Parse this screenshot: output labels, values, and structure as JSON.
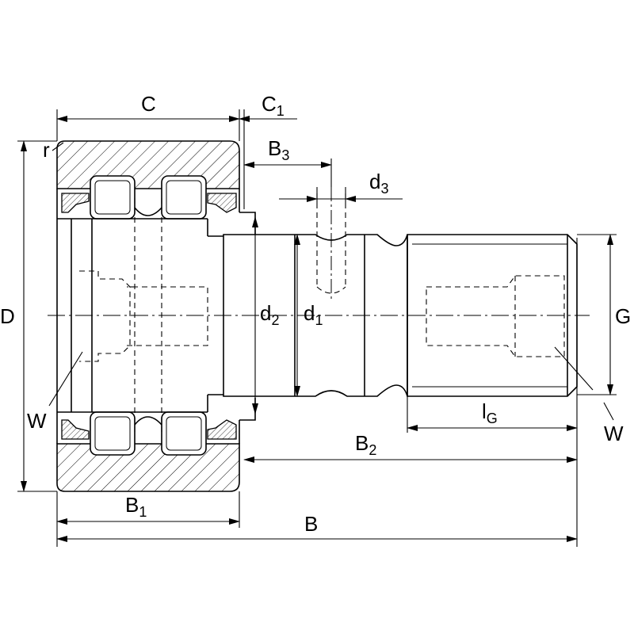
{
  "dimensions": {
    "C": {
      "main": "C",
      "sub": ""
    },
    "C1": {
      "main": "C",
      "sub": "1"
    },
    "B3": {
      "main": "B",
      "sub": "3"
    },
    "d3": {
      "main": "d",
      "sub": "3"
    },
    "d2": {
      "main": "d",
      "sub": "2"
    },
    "d1": {
      "main": "d",
      "sub": "1"
    },
    "D": {
      "main": "D",
      "sub": ""
    },
    "G": {
      "main": "G",
      "sub": ""
    },
    "lG": {
      "main": "l",
      "sub": "G"
    },
    "B2": {
      "main": "B",
      "sub": "2"
    },
    "B1": {
      "main": "B",
      "sub": "1"
    },
    "B": {
      "main": "B",
      "sub": ""
    }
  },
  "labels": {
    "r": "r",
    "W_left": "W",
    "W_right": "W"
  }
}
